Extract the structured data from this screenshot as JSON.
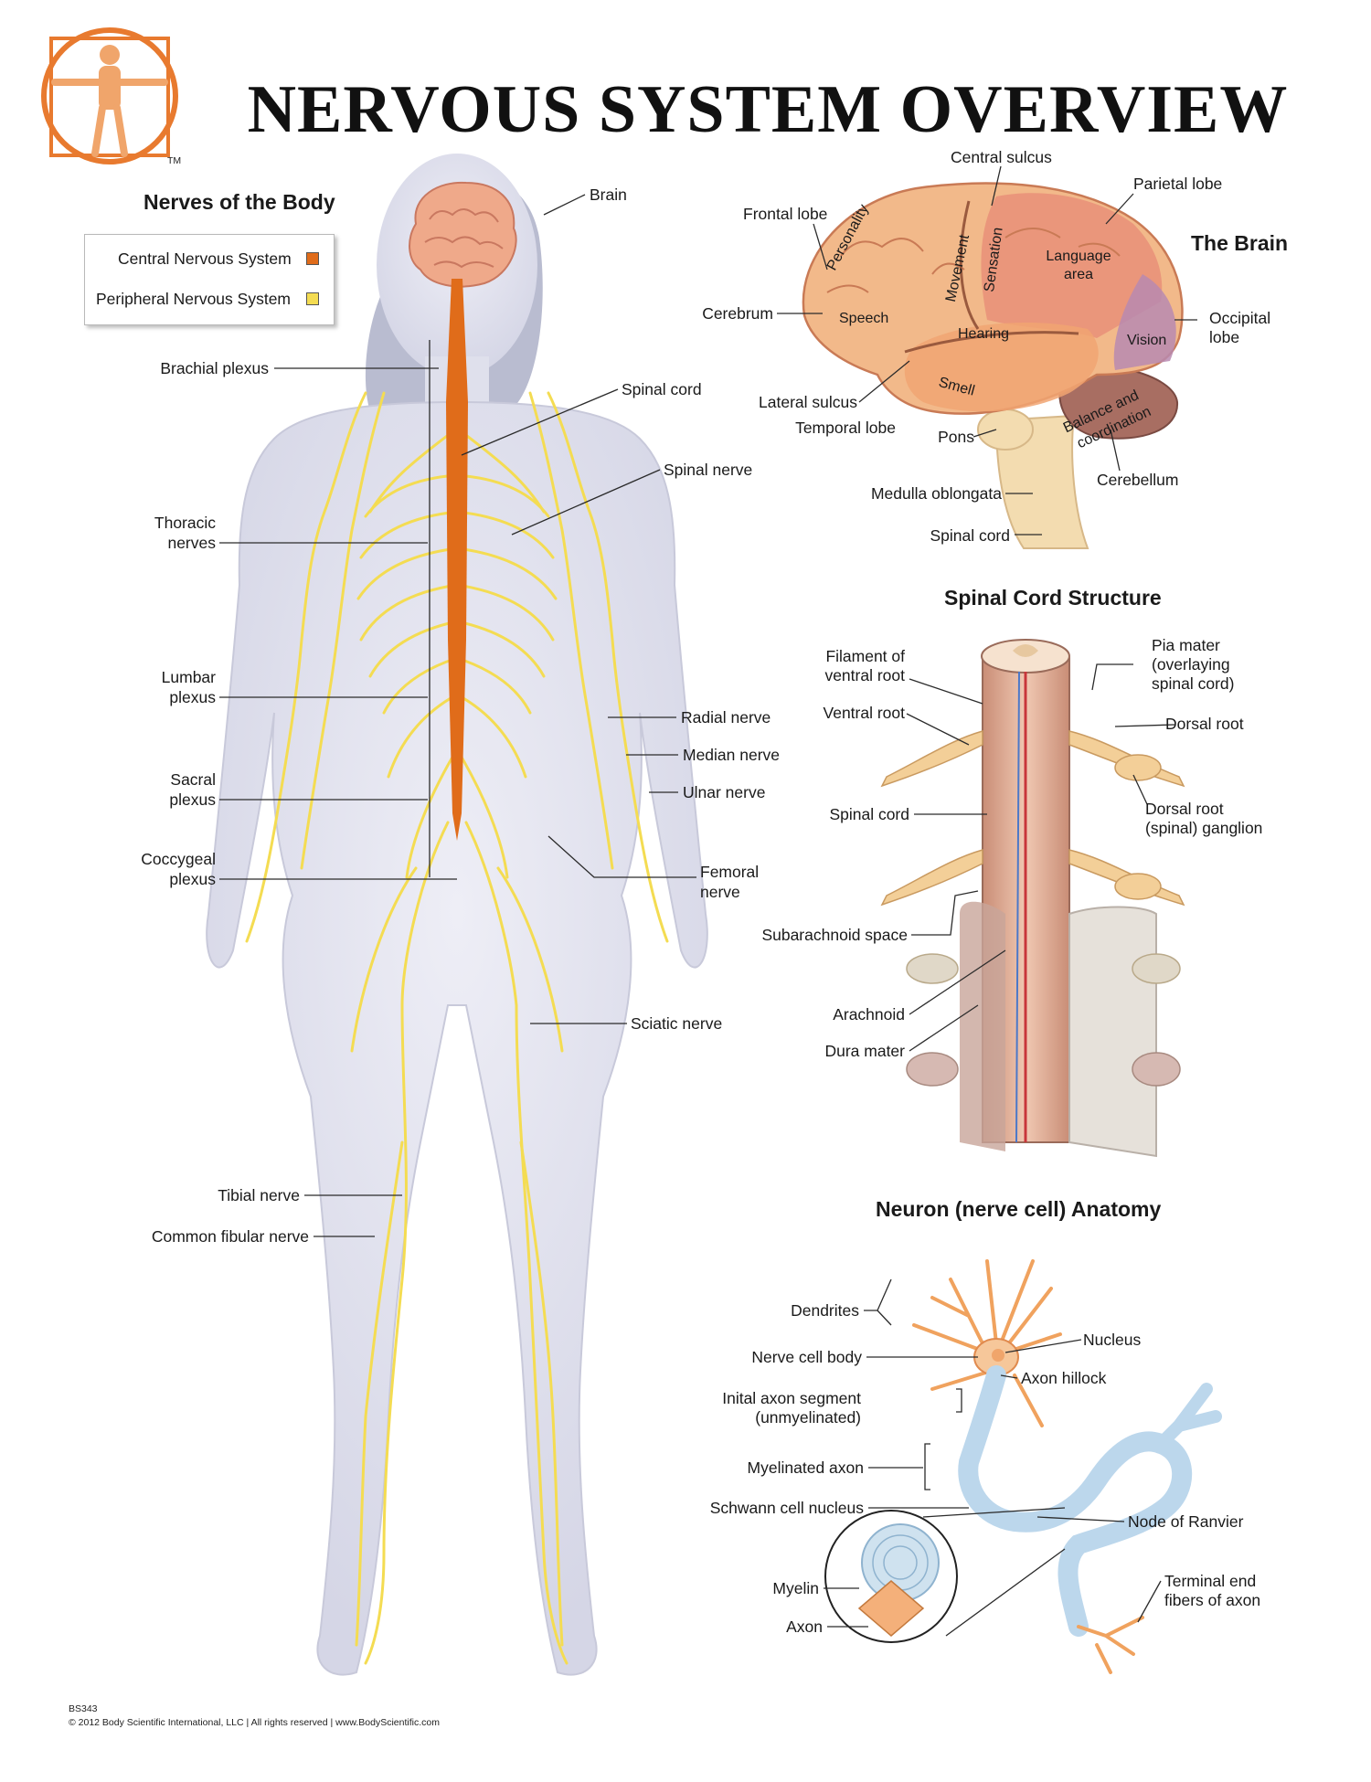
{
  "title": "NERVOUS SYSTEM OVERVIEW",
  "colors": {
    "cns": "#e06c1a",
    "pns": "#f4dc52",
    "logo": "#e87a2f",
    "brain": "#f2b98a"
  },
  "body_section": {
    "heading": "Nerves of the Body",
    "legend": {
      "cns": "Central Nervous System",
      "pns": "Peripheral Nervous System"
    },
    "labels": {
      "brain": "Brain",
      "brachial_plexus": "Brachial plexus",
      "spinal_cord": "Spinal cord",
      "spinal_nerve": "Spinal nerve",
      "thoracic_nerves_1": "Thoracic",
      "thoracic_nerves_2": "nerves",
      "lumbar_plexus_1": "Lumbar",
      "lumbar_plexus_2": "plexus",
      "radial_nerve": "Radial nerve",
      "median_nerve": "Median nerve",
      "ulnar_nerve": "Ulnar nerve",
      "sacral_plexus_1": "Sacral",
      "sacral_plexus_2": "plexus",
      "coccygeal_plexus_1": "Coccygeal",
      "coccygeal_plexus_2": "plexus",
      "femoral_nerve_1": "Femoral",
      "femoral_nerve_2": "nerve",
      "sciatic_nerve": "Sciatic nerve",
      "tibial_nerve": "Tibial nerve",
      "common_fibular_nerve": "Common fibular nerve"
    }
  },
  "brain_section": {
    "heading": "The Brain",
    "labels": {
      "central_sulcus": "Central sulcus",
      "parietal_lobe": "Parietal lobe",
      "frontal_lobe": "Frontal lobe",
      "cerebrum": "Cerebrum",
      "occipital_lobe_1": "Occipital",
      "occipital_lobe_2": "lobe",
      "lateral_sulcus": "Lateral sulcus",
      "temporal_lobe": "Temporal lobe",
      "pons": "Pons",
      "cerebellum": "Cerebellum",
      "medulla": "Medulla oblongata",
      "spinal_cord": "Spinal cord"
    },
    "regions": {
      "personality": "Personality",
      "movement": "Movement",
      "sensation": "Sensation",
      "language_1": "Language",
      "language_2": "area",
      "speech": "Speech",
      "hearing": "Hearing",
      "vision": "Vision",
      "smell": "Smell",
      "balance_1": "Balance and",
      "balance_2": "coordination"
    }
  },
  "spinal_section": {
    "heading": "Spinal Cord Structure",
    "labels": {
      "filament_1": "Filament of",
      "filament_2": "ventral root",
      "pia_1": "Pia mater",
      "pia_2": "(overlaying",
      "pia_3": "spinal cord)",
      "ventral_root": "Ventral root",
      "dorsal_root": "Dorsal root",
      "spinal_cord": "Spinal cord",
      "ganglion_1": "Dorsal root",
      "ganglion_2": "(spinal) ganglion",
      "subarachnoid": "Subarachnoid space",
      "arachnoid": "Arachnoid",
      "dura": "Dura mater"
    }
  },
  "neuron_section": {
    "heading": "Neuron (nerve cell) Anatomy",
    "labels": {
      "dendrites": "Dendrites",
      "nucleus": "Nucleus",
      "cell_body": "Nerve cell body",
      "hillock": "Axon hillock",
      "initial_1": "Inital axon segment",
      "initial_2": "(unmyelinated)",
      "myelinated": "Myelinated axon",
      "schwann": "Schwann cell nucleus",
      "ranvier": "Node of Ranvier",
      "myelin": "Myelin",
      "axon": "Axon",
      "terminal_1": "Terminal end",
      "terminal_2": "fibers of axon"
    }
  },
  "footer": {
    "code": "BS343",
    "copyright": "© 2012 Body Scientific International, LLC | All rights reserved | www.BodyScientific.com",
    "tm": "TM"
  }
}
